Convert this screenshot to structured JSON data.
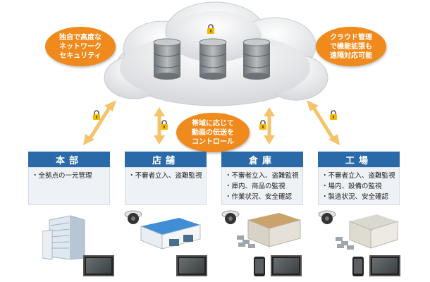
{
  "callouts": {
    "left": "独自で高度な\nネットワーク\nセキュリティ",
    "right": "クラウド管理\nで機能拡張も\n遠隔対応可能",
    "center": "帯域に応じて\n動画の伝送を\nコントロール"
  },
  "sites": [
    {
      "title": "本部",
      "items": [
        "全拠点の一元管理"
      ]
    },
    {
      "title": "店舗",
      "items": [
        "不審者立入、盗難監視"
      ]
    },
    {
      "title": "倉庫",
      "items": [
        "不審者立入、盗難監視",
        "庫内、商品の監視",
        "作業状況、安全確認"
      ]
    },
    {
      "title": "工場",
      "items": [
        "不審者立入、盗難監視",
        "場内、設備の監視",
        "製造状況、安全確認"
      ]
    }
  ],
  "colors": {
    "accent": "#f08a1c",
    "header": "#2a6aa8",
    "arrow": "#f4c36a",
    "lock": "#f5b800"
  },
  "icons": [
    "padlock-icon",
    "database-icon",
    "camera-icon",
    "monitor-icon",
    "smartphone-icon",
    "building-icon"
  ]
}
